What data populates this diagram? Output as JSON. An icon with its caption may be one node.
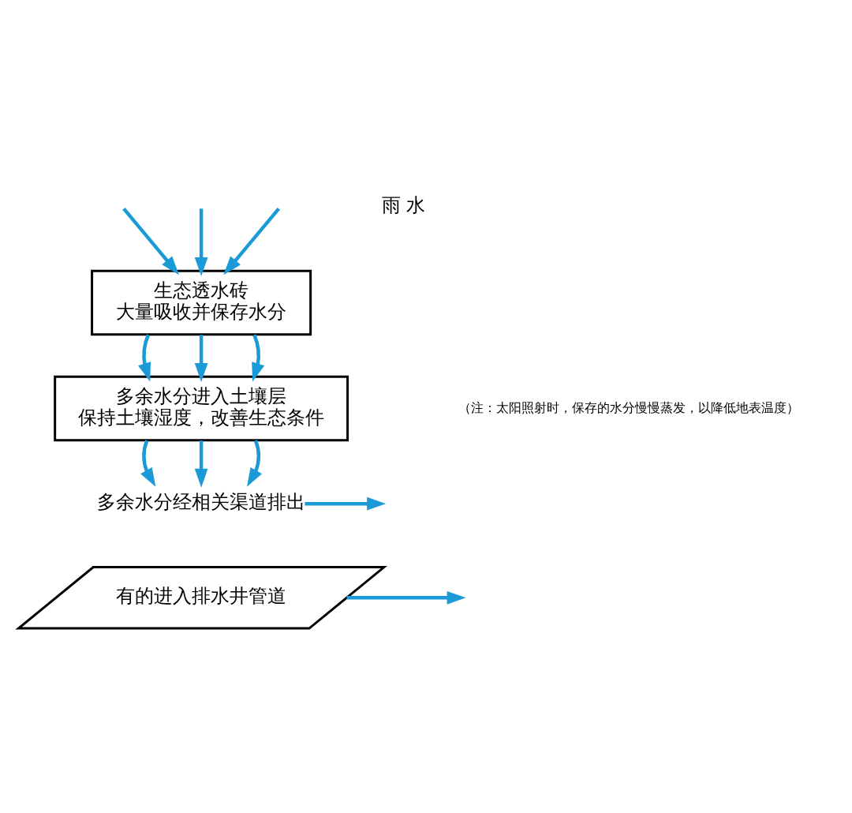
{
  "diagram": {
    "nodes": [
      {
        "text": [
          "生态透水砖",
          "大量吸收并保存水分"
        ]
      },
      {
        "text": [
          "多余水分进入土壤层",
          "保持土壤湿度，改善生态条件"
        ]
      },
      {
        "text": [
          "多余水分经相关渠道排出"
        ]
      },
      {
        "text": [
          "有的进入排水井管道"
        ]
      }
    ],
    "edges": [
      {
        "from": null,
        "to": 0,
        "arrow": "to"
      },
      {
        "from": null,
        "to": 0,
        "arrow": "to"
      },
      {
        "from": null,
        "to": 0,
        "arrow": "to"
      },
      {
        "from": 0,
        "to": 1,
        "arrow": "to"
      },
      {
        "from": 0,
        "to": 1,
        "arrow": "to"
      },
      {
        "from": 0,
        "to": 1,
        "arrow": "to"
      },
      {
        "from": 1,
        "to": 2,
        "arrow": "to"
      },
      {
        "from": 1,
        "to": 2,
        "arrow": "to"
      },
      {
        "from": 1,
        "to": 2,
        "arrow": "to"
      },
      {
        "from": 2,
        "to": null,
        "arrow": "to"
      },
      {
        "from": 3,
        "to": null,
        "arrow": "to"
      }
    ],
    "labels": [
      "雨 水",
      "（注：太阳照射时，保存的水分慢慢蒸发，以降低地表温度）"
    ]
  }
}
